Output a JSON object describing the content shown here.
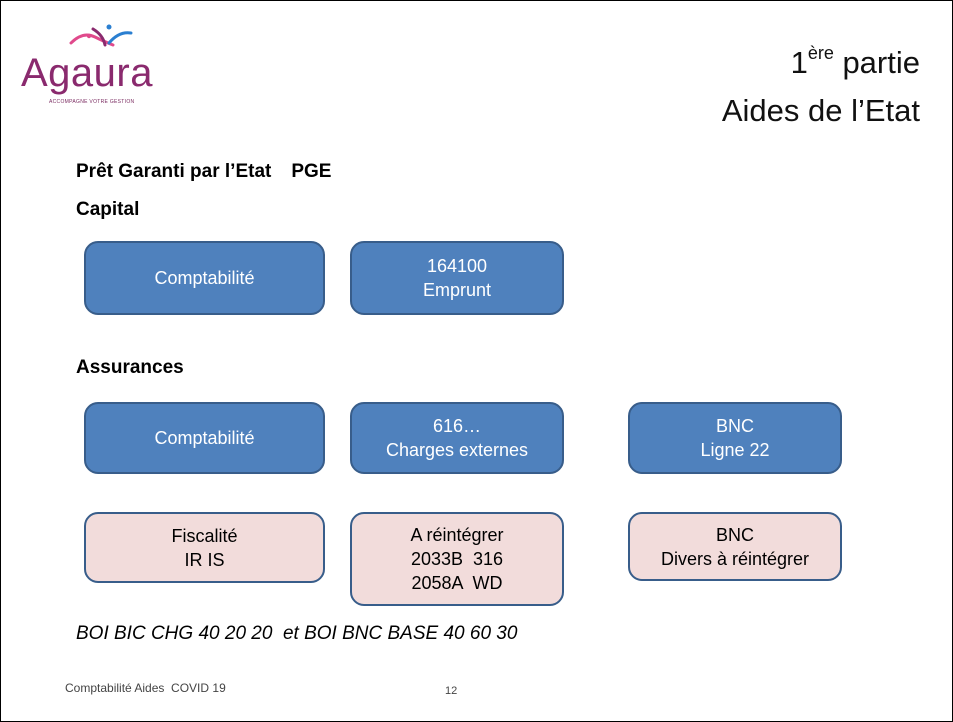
{
  "logo": {
    "name": "Agaura",
    "tagline": "ACCOMPAGNE VOTRE GESTION",
    "colors": {
      "purple": "#8a2a6e",
      "pink": "#e04a8c",
      "blue": "#2a7fd1"
    }
  },
  "title": {
    "line1_prefix": "1",
    "line1_sup": "ère",
    "line1_suffix": " partie",
    "line2": "Aides de l’Etat"
  },
  "section_pge": {
    "label": "Prêt Garanti par l’Etat",
    "abbr": "PGE"
  },
  "section_capital": {
    "label": "Capital",
    "boxes": [
      {
        "lines": [
          "Comptabilité"
        ]
      },
      {
        "lines": [
          "164100",
          "Emprunt"
        ]
      }
    ]
  },
  "section_assurances": {
    "label": "Assurances",
    "row_blue": [
      {
        "lines": [
          "Comptabilité"
        ]
      },
      {
        "lines": [
          "616…",
          "Charges externes"
        ]
      },
      {
        "lines": [
          "BNC",
          "Ligne 22"
        ]
      }
    ],
    "row_pink": [
      {
        "lines": [
          "Fiscalité",
          "IR IS"
        ]
      },
      {
        "lines": [
          "A réintégrer",
          "2033B  316",
          "2058A  WD"
        ]
      },
      {
        "lines": [
          "BNC",
          "Divers à réintégrer"
        ]
      }
    ]
  },
  "reference": "BOI BIC CHG 40 20 20  et BOI BNC BASE 40 60 30",
  "footer": {
    "left": "Comptabilité Aides  COVID 19",
    "page": "12"
  },
  "colors": {
    "box_blue": "#4f81bd",
    "box_border": "#385d8a",
    "box_pink": "#f2dcdb"
  }
}
